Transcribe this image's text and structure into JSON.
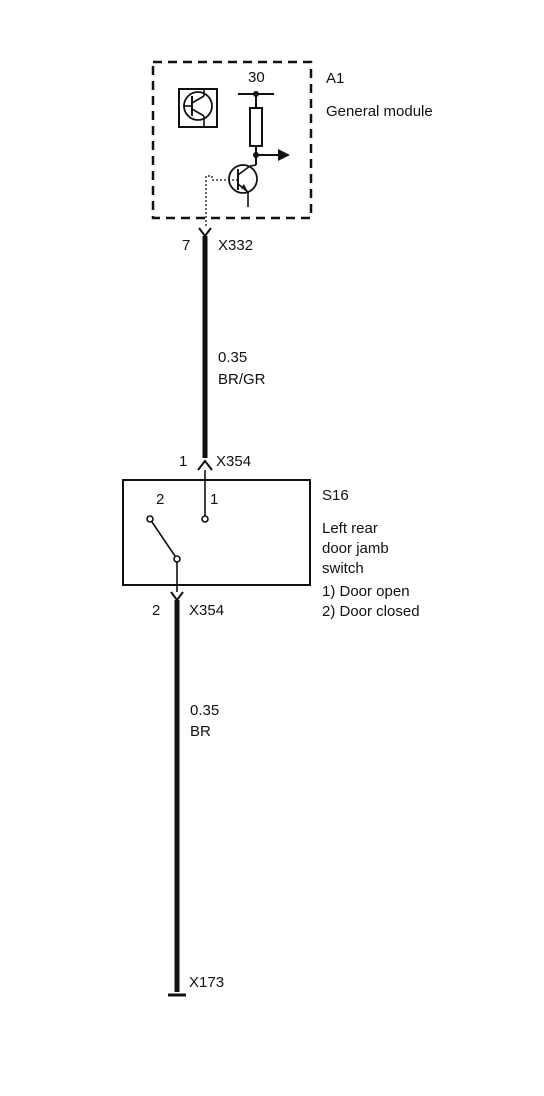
{
  "module": {
    "ref": "A1",
    "name": "General module",
    "terminal": "30"
  },
  "connector_top": {
    "pin": "7",
    "id": "X332"
  },
  "wire_1": {
    "gauge": "0.35",
    "color": "BR/GR"
  },
  "connector_mid_in": {
    "pin": "1",
    "id": "X354"
  },
  "switch": {
    "ref": "S16",
    "name_lines": [
      "Left rear",
      "door jamb",
      "switch"
    ],
    "position_1": "1",
    "position_2": "2",
    "states": [
      "1)  Door open",
      "2)  Door closed"
    ]
  },
  "connector_mid_out": {
    "pin": "2",
    "id": "X354"
  },
  "wire_2": {
    "gauge": "0.35",
    "color": "BR"
  },
  "ground": {
    "id": "X173"
  },
  "colors": {
    "ink": "#111111",
    "background": "#ffffff"
  }
}
